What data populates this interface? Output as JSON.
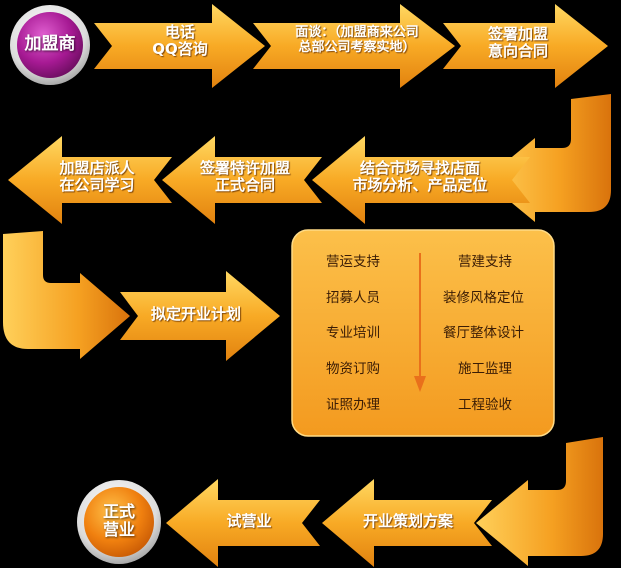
{
  "start_circle": {
    "label": "加盟商"
  },
  "steps": {
    "phone": {
      "line1": "电话",
      "line2": "QQ咨询"
    },
    "interview": {
      "line1": "面谈：（加盟商来公司",
      "line2": "总部公司考察实地）"
    },
    "intent": {
      "line1": "签署加盟",
      "line2": "意向合同"
    },
    "market": {
      "line1": "结合市场寻找店面",
      "line2": "市场分析、产品定位"
    },
    "contract": {
      "line1": "签署特许加盟",
      "line2": "正式合同"
    },
    "training": {
      "line1": "加盟店派人",
      "line2": "在公司学习"
    },
    "plan": {
      "line1": "拟定开业计划"
    },
    "opening_plan": {
      "line1": "开业策划方案"
    },
    "trial": {
      "line1": "试营业"
    }
  },
  "support_box": {
    "left": [
      "营运支持",
      "招募人员",
      "专业培训",
      "物资订购",
      "证照办理"
    ],
    "right": [
      "营建支持",
      "装修风格定位",
      "餐厅整体设计",
      "施工监理",
      "工程验收"
    ]
  },
  "end_circle": {
    "line1": "正式",
    "line2": "营业"
  },
  "colors": {
    "arrow_light": "#ffd460",
    "arrow_mid": "#f7a823",
    "arrow_dark": "#d8760c",
    "box_fill": "#f9a92a",
    "start_circle": "#a21a8f",
    "end_circle": "#ef7c14"
  }
}
